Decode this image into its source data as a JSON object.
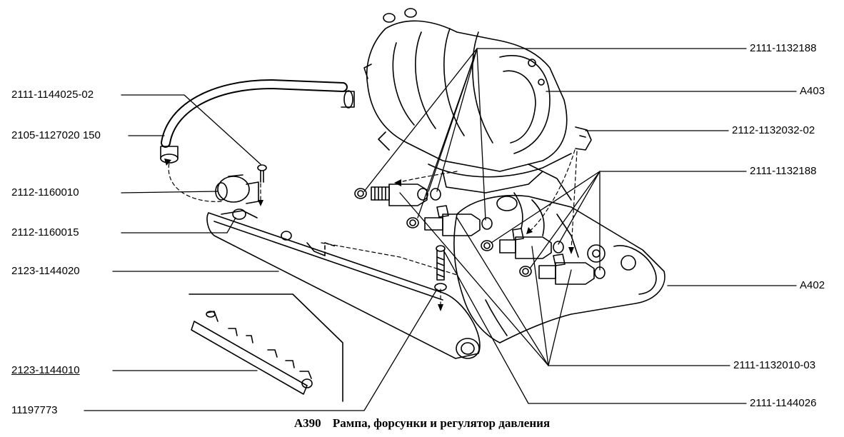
{
  "caption": {
    "code": "A390",
    "title": "Рампа, форсунки и регулятор давления"
  },
  "labels_left": [
    {
      "id": "hose-fastener",
      "text": "2111-1144025-02"
    },
    {
      "id": "hose",
      "text": "2105-1127020  150"
    },
    {
      "id": "pressure-regulator",
      "text": "2112-1160010"
    },
    {
      "id": "regulator-seal",
      "text": "2112-1160015"
    },
    {
      "id": "fuel-rail",
      "text": "2123-1144020"
    },
    {
      "id": "rail-assembly",
      "text": "2123-1144010"
    },
    {
      "id": "washer",
      "text": "11197773"
    }
  ],
  "labels_right": [
    {
      "id": "o-ring-upper",
      "text": "2111-1132188"
    },
    {
      "id": "ref-a403",
      "text": "A403"
    },
    {
      "id": "clip",
      "text": "2112-1132032-02"
    },
    {
      "id": "o-ring-lower",
      "text": "2111-1132188"
    },
    {
      "id": "ref-a402",
      "text": "A402"
    },
    {
      "id": "injector",
      "text": "2111-1132010-03"
    },
    {
      "id": "bolt",
      "text": "2111-1144026"
    }
  ],
  "colors": {
    "ink": "#000000",
    "paper": "#ffffff"
  }
}
